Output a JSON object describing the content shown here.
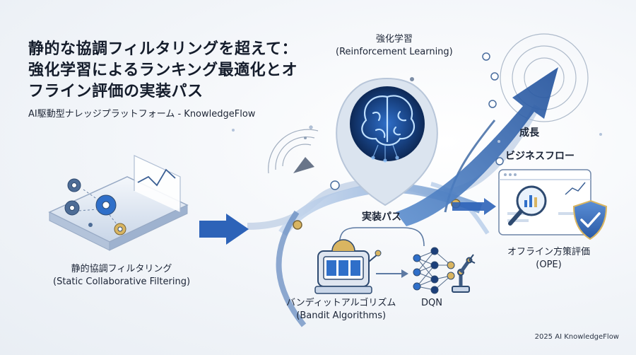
{
  "title": "静的な協調フィルタリングを超えて：強化学習によるランキング最適化とオフライン評価の実装パス",
  "subtitle": "AI駆動型ナレッジプラットフォーム - KnowledgeFlow",
  "nodes": {
    "rl": {
      "label": "強化学習",
      "sublabel": "(Reinforcement Learning)"
    },
    "static_cf": {
      "label": "静的協調フィルタリング",
      "sublabel": "(Static Collaborative Filtering)"
    },
    "bandit": {
      "label": "バンディットアルゴリズム",
      "sublabel": "(Bandit Algorithms)"
    },
    "dqn": {
      "label": "DQN"
    },
    "ope": {
      "label": "オフライン方策評価",
      "sublabel": "(OPE)"
    },
    "growth": {
      "label": "成長"
    },
    "business_flow": {
      "label": "ビジネスフロー"
    },
    "impl_path": {
      "label": "実装パス"
    }
  },
  "footer": "2025 AI KnowledgeFlow",
  "colors": {
    "accent": "#2d63b8",
    "dark_blue": "#1c3f7a",
    "light_blue": "#9fc3ec",
    "gold": "#d9b561"
  }
}
